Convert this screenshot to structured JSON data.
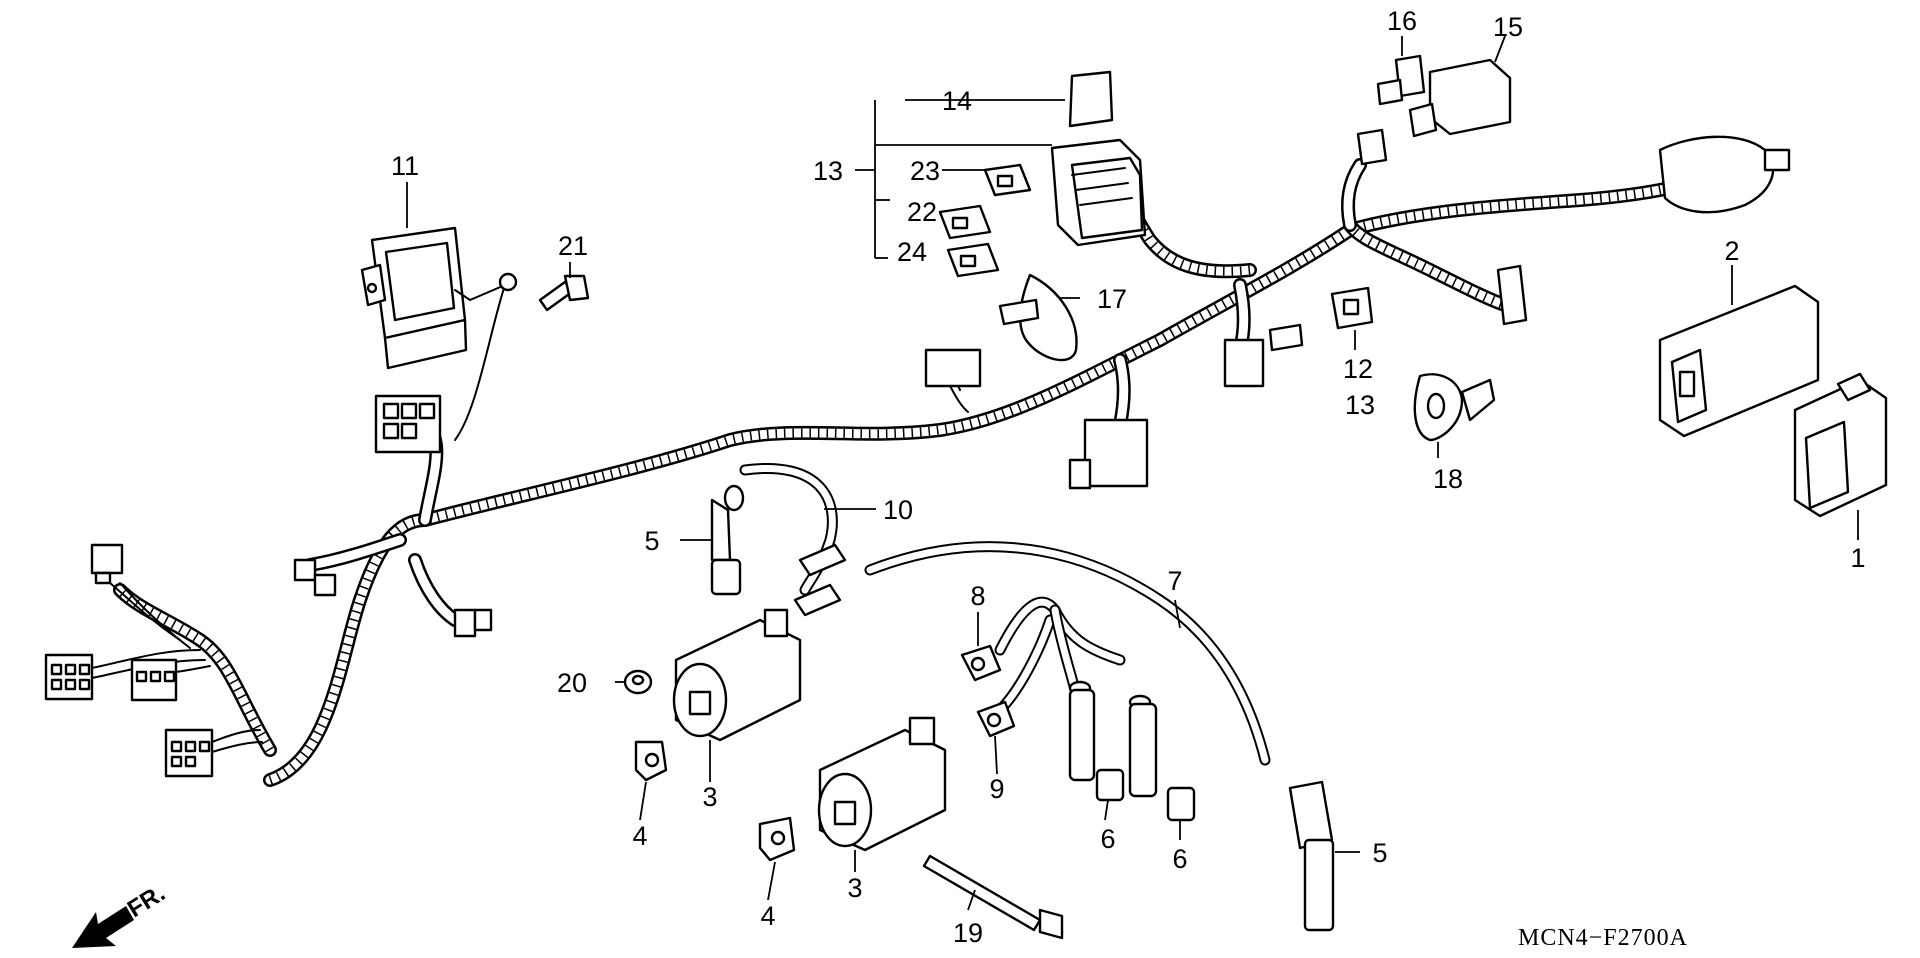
{
  "diagram_code": "MCN4−F2700A",
  "direction_label": "FR.",
  "callouts": {
    "c1": "1",
    "c2": "2",
    "c3a": "3",
    "c3b": "3",
    "c4a": "4",
    "c4b": "4",
    "c5a": "5",
    "c5b": "5",
    "c6a": "6",
    "c6b": "6",
    "c7": "7",
    "c8": "8",
    "c9": "9",
    "c10": "10",
    "c11": "11",
    "c12": "12",
    "c13a": "13",
    "c13b": "13",
    "c14": "14",
    "c15": "15",
    "c16": "16",
    "c17": "17",
    "c18": "18",
    "c19": "19",
    "c20": "20",
    "c21": "21",
    "c22": "22",
    "c23": "23",
    "c24": "24"
  }
}
